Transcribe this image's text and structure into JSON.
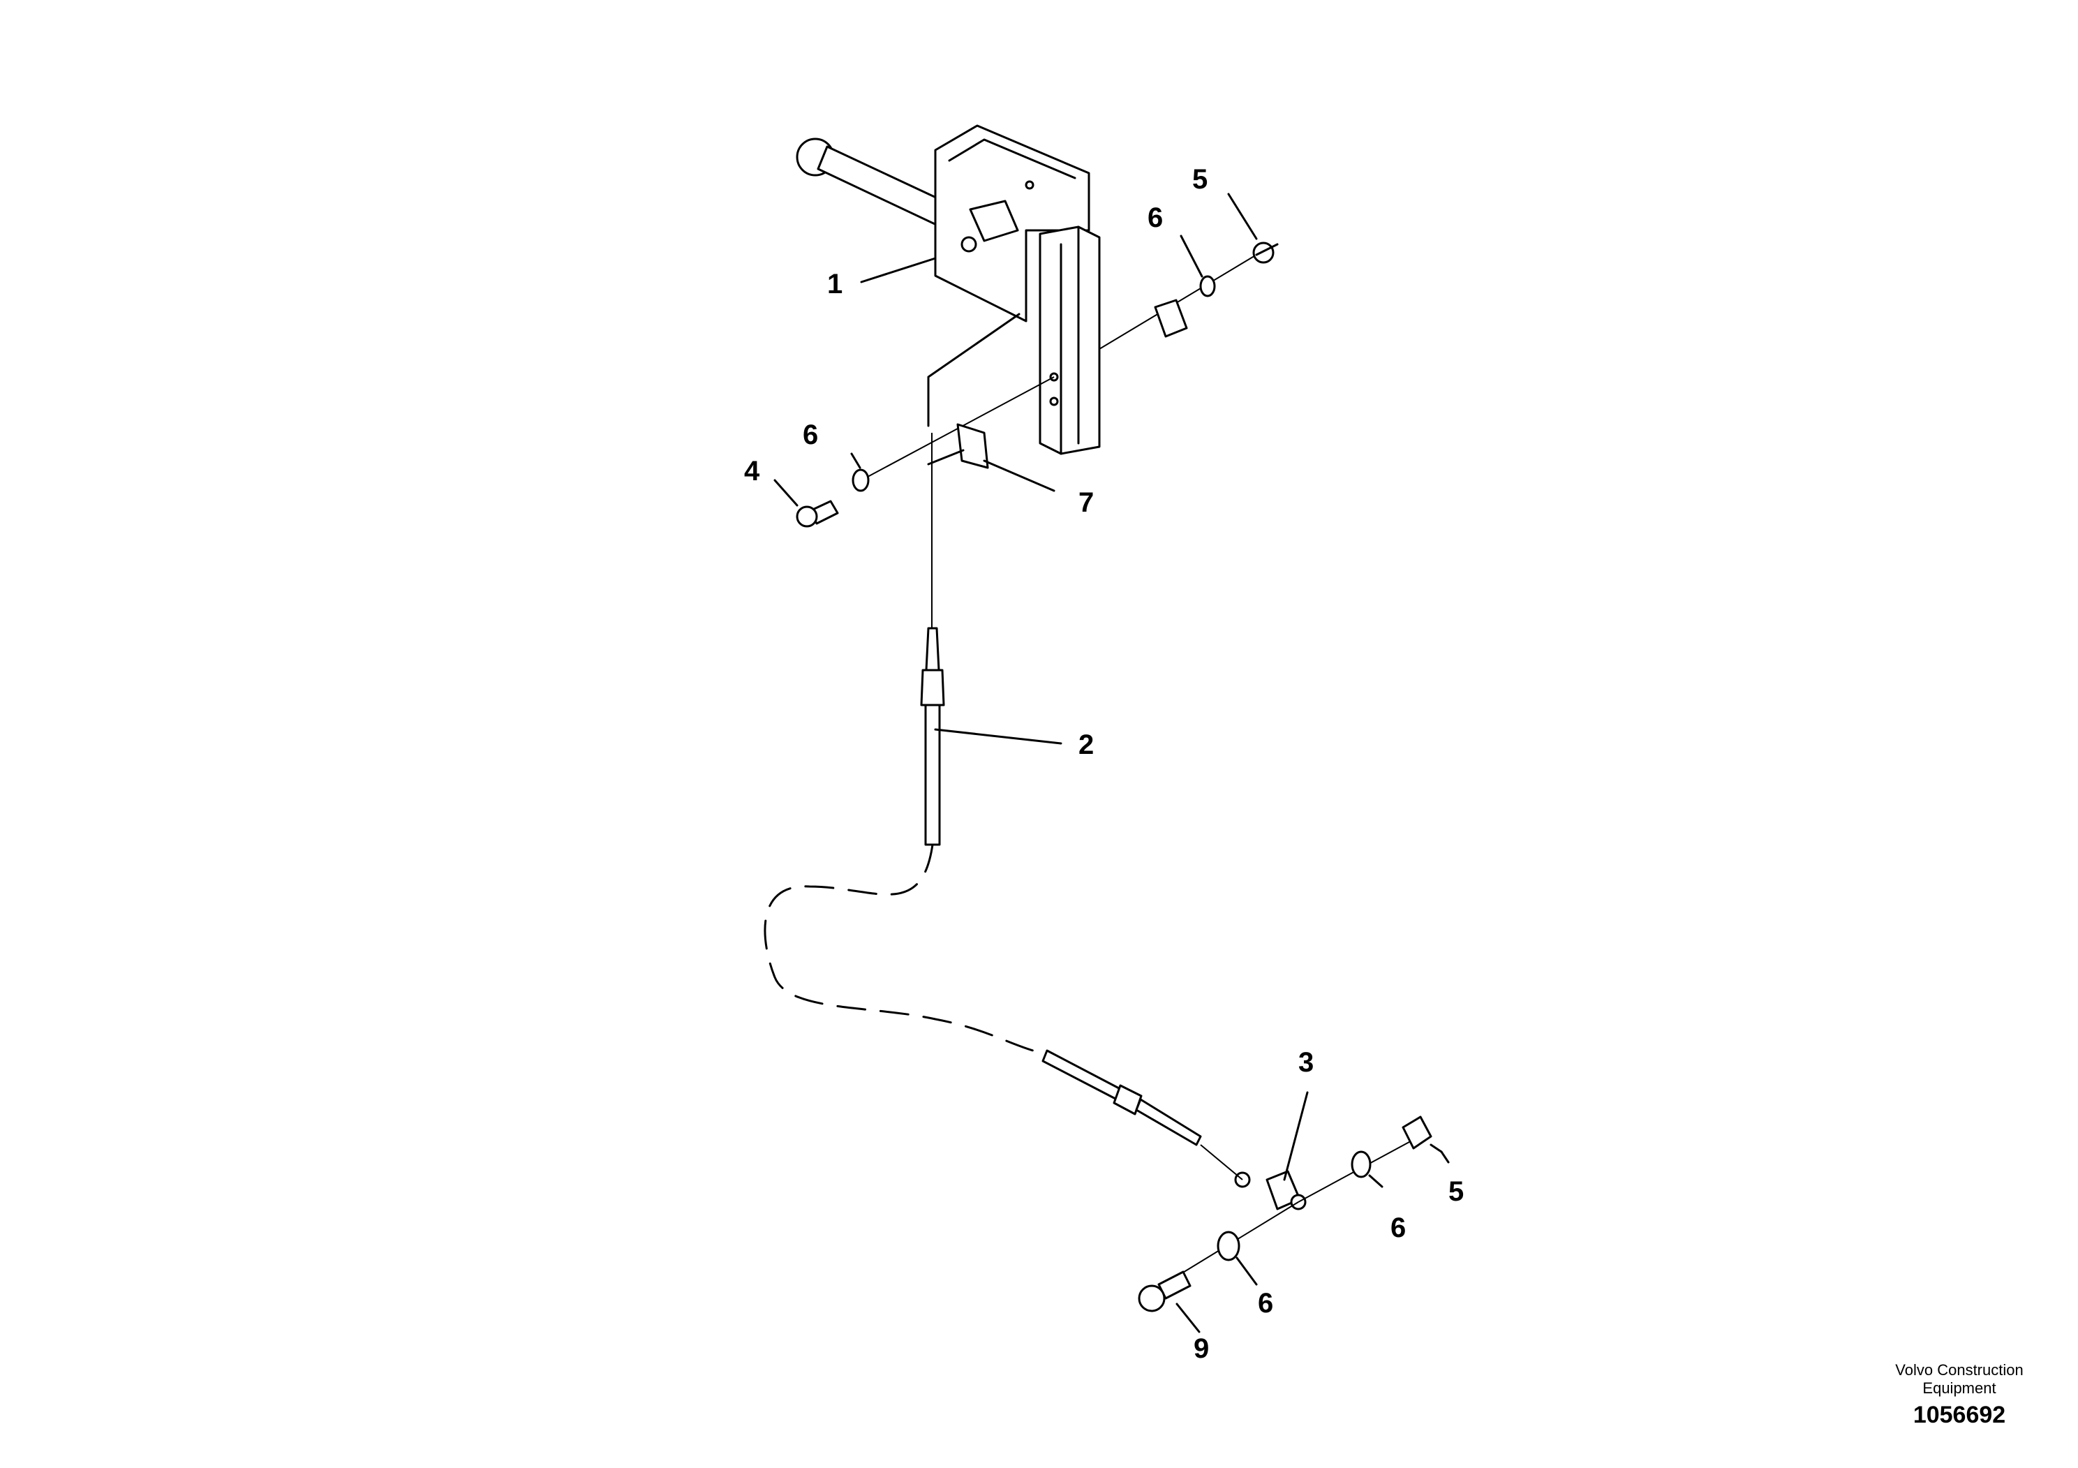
{
  "callouts": [
    {
      "id": "c1",
      "label": "1"
    },
    {
      "id": "c2",
      "label": "2"
    },
    {
      "id": "c3",
      "label": "3"
    },
    {
      "id": "c4",
      "label": "4"
    },
    {
      "id": "c5a",
      "label": "5"
    },
    {
      "id": "c5b",
      "label": "5"
    },
    {
      "id": "c6a",
      "label": "6"
    },
    {
      "id": "c6b",
      "label": "6"
    },
    {
      "id": "c6c",
      "label": "6"
    },
    {
      "id": "c6d",
      "label": "6"
    },
    {
      "id": "c7",
      "label": "7"
    },
    {
      "id": "c9",
      "label": "9"
    }
  ],
  "credit": {
    "organization": "Volvo Construction Equipment",
    "drawing_number": "1056692"
  }
}
